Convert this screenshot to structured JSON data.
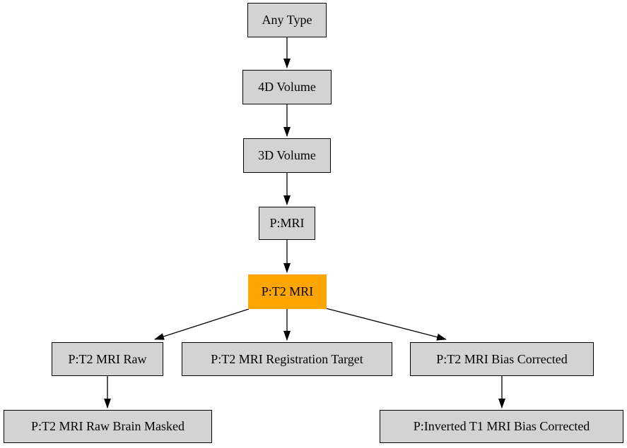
{
  "diagram": {
    "type": "directed-graph",
    "description": "MRI data type hierarchy",
    "nodes": [
      {
        "id": "any-type",
        "label": "Any Type",
        "highlighted": false
      },
      {
        "id": "4d-volume",
        "label": "4D Volume",
        "highlighted": false
      },
      {
        "id": "3d-volume",
        "label": "3D Volume",
        "highlighted": false
      },
      {
        "id": "p-mri",
        "label": "P:MRI",
        "highlighted": false
      },
      {
        "id": "p-t2-mri",
        "label": "P:T2 MRI",
        "highlighted": true
      },
      {
        "id": "p-t2-mri-raw",
        "label": "P:T2 MRI Raw",
        "highlighted": false
      },
      {
        "id": "p-t2-mri-registration-target",
        "label": "P:T2 MRI Registration Target",
        "highlighted": false
      },
      {
        "id": "p-t2-mri-bias-corrected",
        "label": "P:T2 MRI Bias Corrected",
        "highlighted": false
      },
      {
        "id": "p-t2-mri-raw-brain-masked",
        "label": "P:T2 MRI Raw Brain Masked",
        "highlighted": false
      },
      {
        "id": "p-inverted-t1-mri-bias-corrected",
        "label": "P:Inverted T1 MRI Bias Corrected",
        "highlighted": false
      }
    ],
    "edges": [
      {
        "from": "any-type",
        "to": "4d-volume"
      },
      {
        "from": "4d-volume",
        "to": "3d-volume"
      },
      {
        "from": "3d-volume",
        "to": "p-mri"
      },
      {
        "from": "p-mri",
        "to": "p-t2-mri"
      },
      {
        "from": "p-t2-mri",
        "to": "p-t2-mri-raw"
      },
      {
        "from": "p-t2-mri",
        "to": "p-t2-mri-registration-target"
      },
      {
        "from": "p-t2-mri",
        "to": "p-t2-mri-bias-corrected"
      },
      {
        "from": "p-t2-mri-raw",
        "to": "p-t2-mri-raw-brain-masked"
      },
      {
        "from": "p-t2-mri-bias-corrected",
        "to": "p-inverted-t1-mri-bias-corrected"
      }
    ]
  },
  "colors": {
    "background": "#ffffff",
    "node_fill": "#d3d3d3",
    "node_border": "#000000",
    "highlight_fill": "#ffa500",
    "edge": "#000000"
  }
}
